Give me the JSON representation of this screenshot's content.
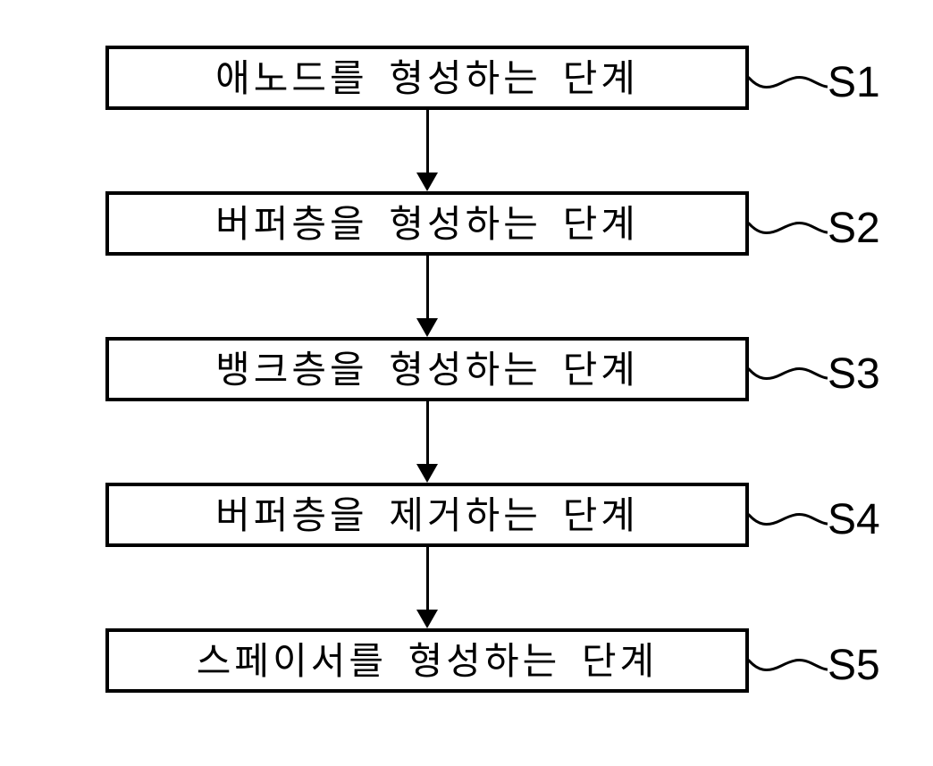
{
  "figure": {
    "type": "flowchart",
    "direction": "top-down",
    "colors": {
      "line": "#000000",
      "background": "#ffffff"
    },
    "steps": [
      {
        "label": "애노드를 형성하는 단계",
        "ref": "S1"
      },
      {
        "label": "버퍼층을 형성하는 단계",
        "ref": "S2"
      },
      {
        "label": "뱅크층을 형성하는 단계",
        "ref": "S3"
      },
      {
        "label": "버퍼층을 제거하는 단계",
        "ref": "S4"
      },
      {
        "label": "스페이서를 형성하는 단계",
        "ref": "S5"
      }
    ]
  }
}
